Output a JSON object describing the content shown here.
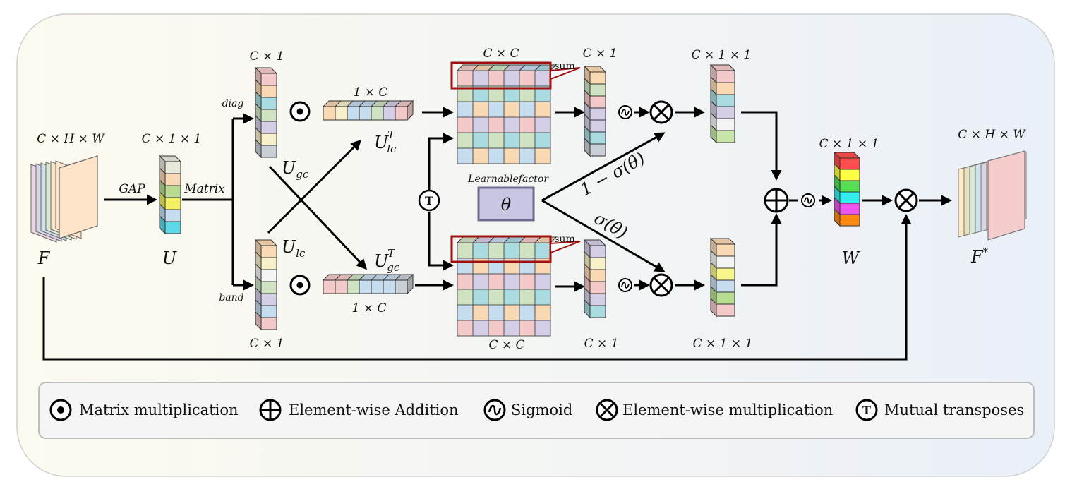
{
  "labels": {
    "input_dims": "C × H × W",
    "input_name": "F",
    "gap": "GAP",
    "u_dims": "C × 1 × 1",
    "u_name": "U",
    "matrix": "Matrix",
    "diag": "diag",
    "band": "band",
    "ugc_dims": "C × 1",
    "ugc_name": "U",
    "ugc_sub": "gc",
    "ulc_dims": "C × 1",
    "ulc_name": "U",
    "ulc_sub": "lc",
    "row_top_dims": "1 × C",
    "row_bottom_dims": "1 × C",
    "ulcT_name": "U",
    "ulcT_sub": "lc",
    "ulcT_sup": "T",
    "ugcT_name": "U",
    "ugcT_sub": "gc",
    "ugcT_sup": "T",
    "grid_top_dims": "C × C",
    "grid_bottom_dims": "C × C",
    "sum": "sum",
    "col_top_dims": "C × 1",
    "col_bottom_dims": "C × 1",
    "learnable": "Learnablefactor",
    "theta": "θ",
    "one_minus_sigma": "1 − σ(θ)",
    "sigma": "σ(θ)",
    "out_top_dims": "C × 1 × 1",
    "out_bottom_dims": "C × 1 × 1",
    "w_dims": "C × 1 × 1",
    "w_name": "W",
    "output_dims": "C × H × W",
    "output_name": "F",
    "output_sup": "*",
    "transpose_symbol": "T"
  },
  "legend": {
    "items": [
      {
        "icon": "matrix-multiplication-icon",
        "label": "Matrix multiplication"
      },
      {
        "icon": "element-wise-addition-icon",
        "label": "Element-wise Addition"
      },
      {
        "icon": "sigmoid-icon",
        "label": "Sigmoid"
      },
      {
        "icon": "element-wise-multiplication-icon",
        "label": "Element-wise multiplication"
      },
      {
        "icon": "mutual-transpose-icon",
        "label": "Mutual transposes"
      }
    ]
  },
  "colors": {
    "pastel": [
      "#f4c9c9",
      "#f9d8b4",
      "#cfe3c3",
      "#d4cde6",
      "#c6dcef",
      "#a9dbe1",
      "#f8f0c8",
      "#c9cfd6",
      "#e6e6e6"
    ],
    "w_vector": [
      "#ff4d4d",
      "#ffff44",
      "#55dd55",
      "#33eeee",
      "#ee55ee",
      "#ff8811"
    ],
    "theta_box": "#c9c6e3",
    "highlight": "#a01010"
  }
}
